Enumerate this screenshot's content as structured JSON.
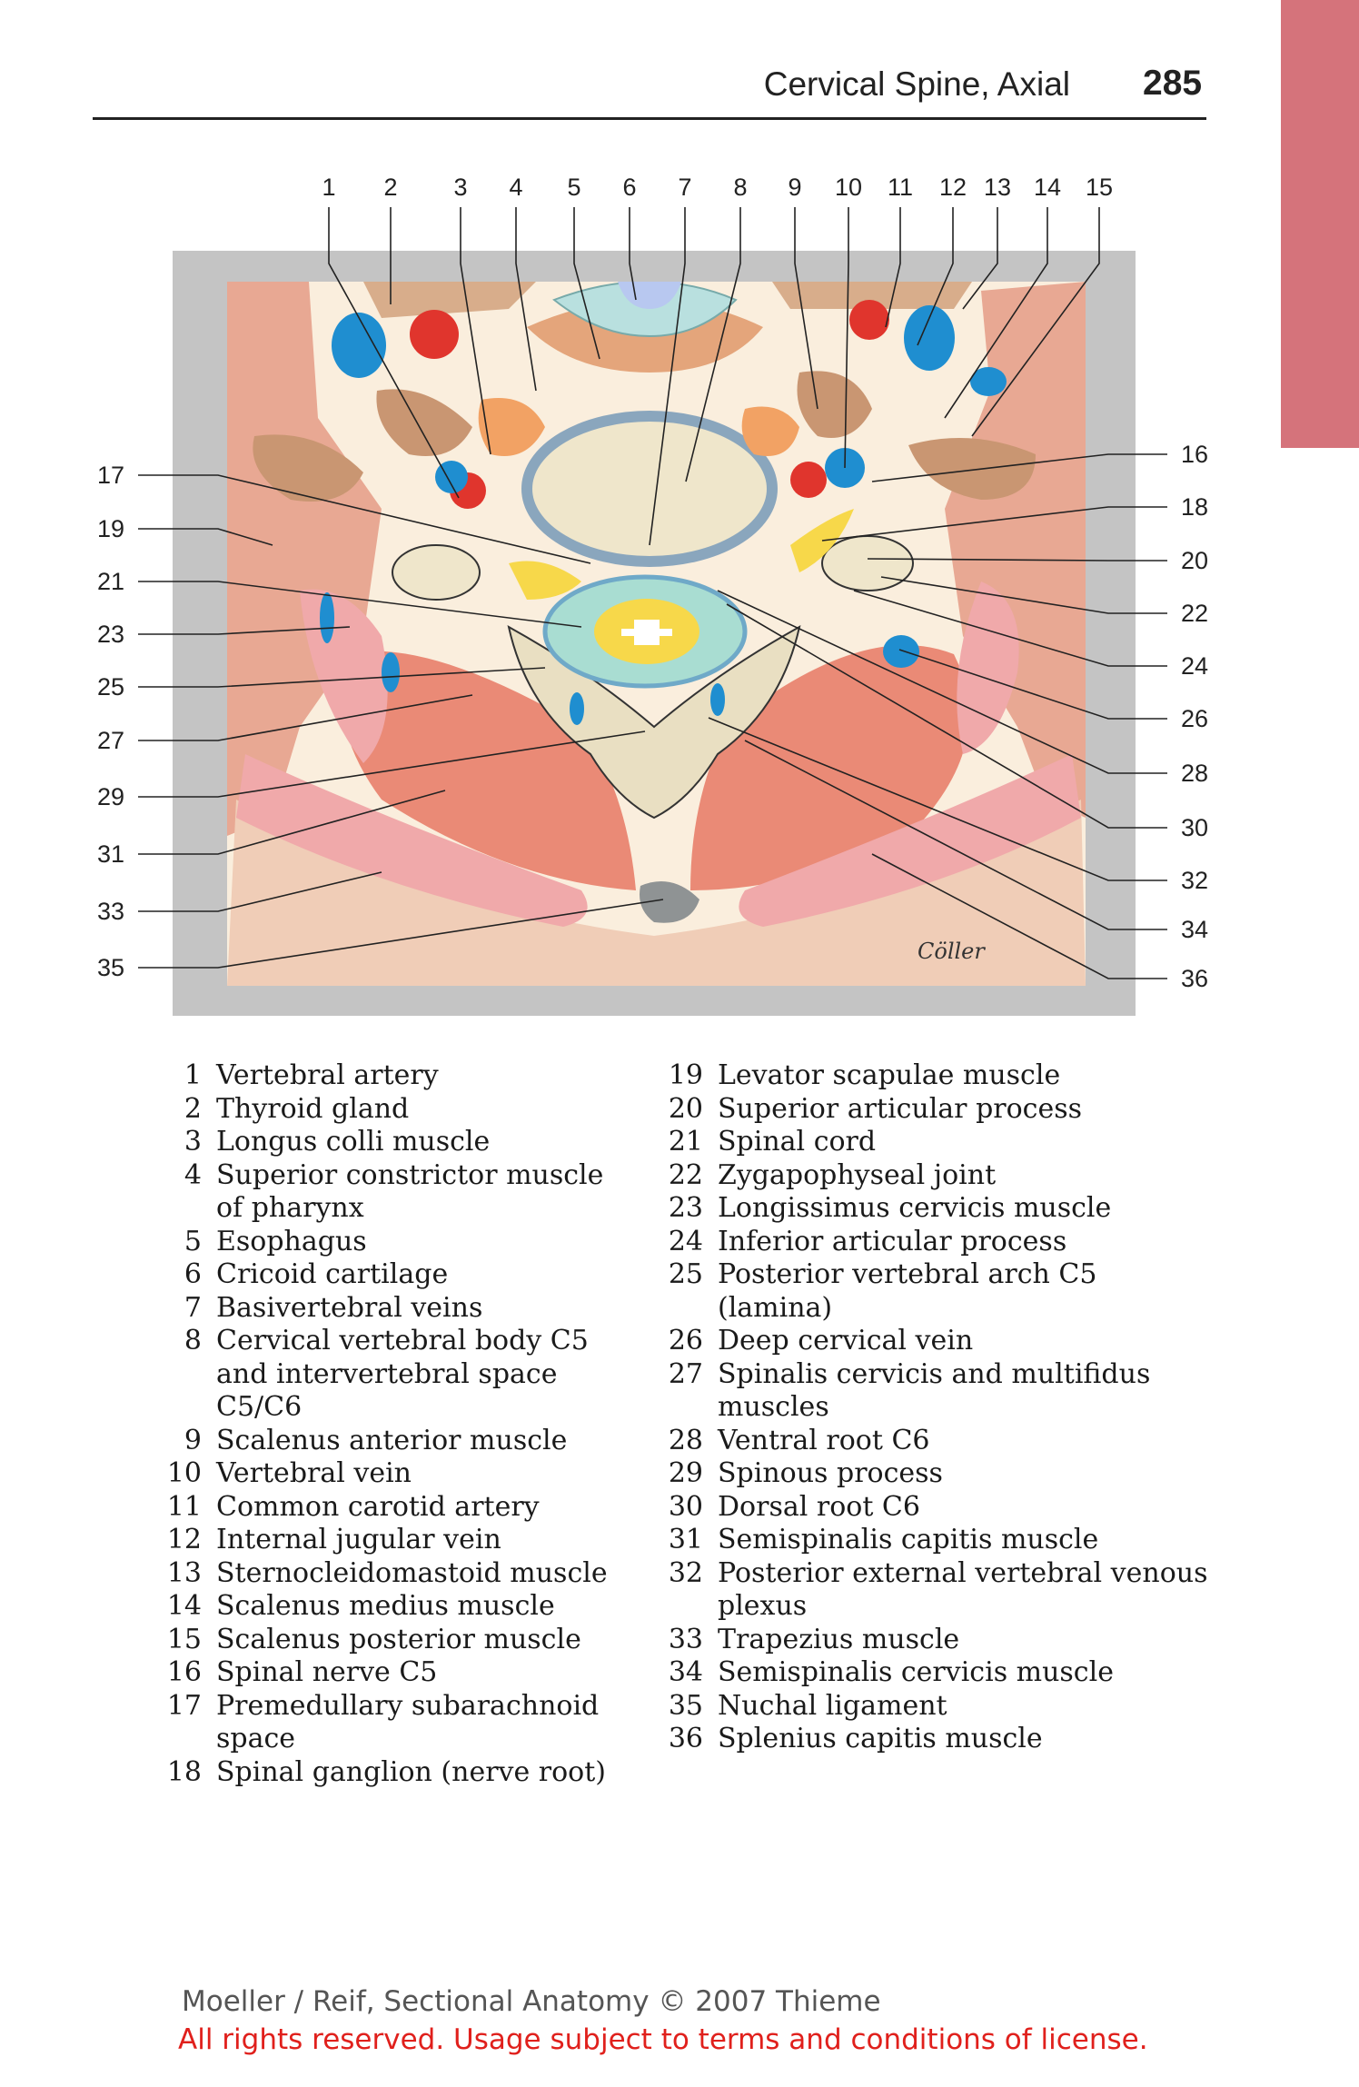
{
  "header": {
    "title": "Cervical Spine, Axial",
    "page_number": "285"
  },
  "figure": {
    "signature": "Cöller",
    "labels_top": [
      "1",
      "2",
      "3",
      "4",
      "5",
      "6",
      "7",
      "8",
      "9",
      "10",
      "11",
      "12",
      "13",
      "14",
      "15"
    ],
    "labels_left": [
      "17",
      "19",
      "21",
      "23",
      "25",
      "27",
      "29",
      "31",
      "33",
      "35"
    ],
    "labels_right": [
      "16",
      "18",
      "20",
      "22",
      "24",
      "26",
      "28",
      "30",
      "32",
      "34",
      "36"
    ]
  },
  "legend": {
    "left": [
      {
        "num": "1",
        "text": "Vertebral artery"
      },
      {
        "num": "2",
        "text": "Thyroid gland"
      },
      {
        "num": "3",
        "text": "Longus colli muscle"
      },
      {
        "num": "4",
        "text": "Superior constrictor muscle of pharynx"
      },
      {
        "num": "5",
        "text": "Esophagus"
      },
      {
        "num": "6",
        "text": "Cricoid cartilage"
      },
      {
        "num": "7",
        "text": "Basivertebral veins"
      },
      {
        "num": "8",
        "text": "Cervical vertebral body C5 and intervertebral space C5/C6"
      },
      {
        "num": "9",
        "text": "Scalenus anterior muscle"
      },
      {
        "num": "10",
        "text": "Vertebral vein"
      },
      {
        "num": "11",
        "text": "Common carotid artery"
      },
      {
        "num": "12",
        "text": "Internal jugular vein"
      },
      {
        "num": "13",
        "text": "Sternocleidomastoid muscle"
      },
      {
        "num": "14",
        "text": "Scalenus medius muscle"
      },
      {
        "num": "15",
        "text": "Scalenus posterior muscle"
      },
      {
        "num": "16",
        "text": "Spinal nerve C5"
      },
      {
        "num": "17",
        "text": "Premedullary subarachnoid space"
      },
      {
        "num": "18",
        "text": "Spinal ganglion (nerve root)"
      }
    ],
    "right": [
      {
        "num": "19",
        "text": "Levator scapulae muscle"
      },
      {
        "num": "20",
        "text": "Superior articular process"
      },
      {
        "num": "21",
        "text": "Spinal cord"
      },
      {
        "num": "22",
        "text": "Zygapophyseal joint"
      },
      {
        "num": "23",
        "text": "Longissimus cervicis muscle"
      },
      {
        "num": "24",
        "text": "Inferior articular process"
      },
      {
        "num": "25",
        "text": "Posterior vertebral arch C5 (lamina)"
      },
      {
        "num": "26",
        "text": "Deep cervical vein"
      },
      {
        "num": "27",
        "text": "Spinalis cervicis and multifidus muscles"
      },
      {
        "num": "28",
        "text": "Ventral root C6"
      },
      {
        "num": "29",
        "text": "Spinous process"
      },
      {
        "num": "30",
        "text": "Dorsal root C6"
      },
      {
        "num": "31",
        "text": "Semispinalis capitis muscle"
      },
      {
        "num": "32",
        "text": "Posterior external vertebral venous plexus"
      },
      {
        "num": "33",
        "text": "Trapezius muscle"
      },
      {
        "num": "34",
        "text": "Semispinalis cervicis muscle"
      },
      {
        "num": "35",
        "text": "Nuchal ligament"
      },
      {
        "num": "36",
        "text": "Splenius capitis muscle"
      }
    ]
  },
  "footer": {
    "credit": "Moeller / Reif, Sectional Anatomy © 2007 Thieme",
    "rights": "All rights reserved. Usage subject to terms and conditions of license."
  }
}
